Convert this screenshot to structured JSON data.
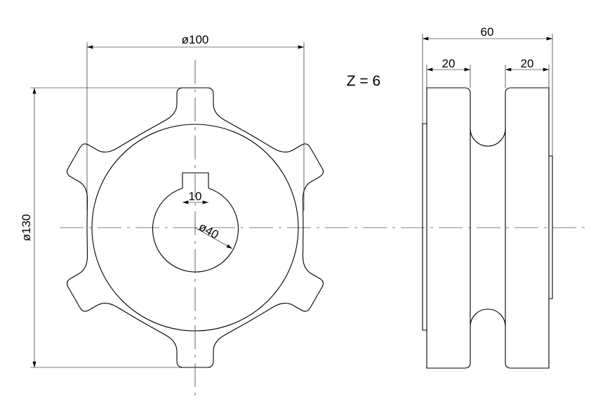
{
  "front_view": {
    "outer_diameter_label": "ø130",
    "hub_diameter_label": "ø100",
    "bore_diameter_label": "ø40",
    "keyway_width_label": "10",
    "tooth_count": 6
  },
  "side_view": {
    "total_width_label": "60",
    "left_flange_width_label": "20",
    "right_flange_width_label": "20"
  },
  "annotation": {
    "tooth_count_label": "Z = 6"
  },
  "colors": {
    "line": "#000000",
    "background": "#ffffff"
  }
}
